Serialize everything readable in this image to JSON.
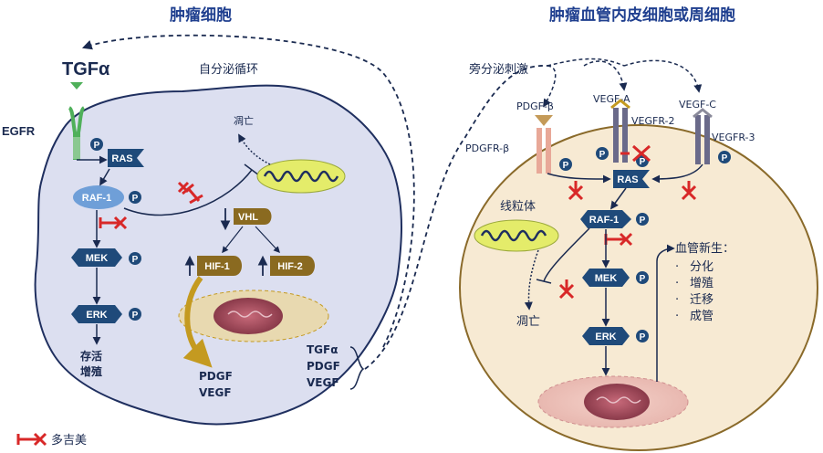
{
  "titles": {
    "tumor_cell": "肿瘤细胞",
    "endothelial": "肿瘤血管内皮细胞或周细胞"
  },
  "left": {
    "tgfa": "TGFα",
    "egfr": "EGFR",
    "autocrine": "自分泌循环",
    "apoptosis": "凋亡",
    "ras": "RAS",
    "raf1": "RAF-1",
    "mek": "MEK",
    "erk": "ERK",
    "survival": "存活",
    "proliferation": "增殖",
    "vhl": "VHL",
    "hif1": "HIF-1",
    "hif2": "HIF-2",
    "pdgf": "PDGF",
    "vegf": "VEGF",
    "secreted": [
      "TGFα",
      "PDGF",
      "VEGF"
    ]
  },
  "right": {
    "paracrine": "旁分泌刺激",
    "pdgfb": "PDGF-β",
    "pdgfrb": "PDGFR-β",
    "vegfa": "VEGF-A",
    "vegfr2": "VEGFR-2",
    "vegfc": "VEGF-C",
    "vegfr3": "VEGFR-3",
    "mito": "线粒体",
    "ras": "RAS",
    "raf1": "RAF-1",
    "mek": "MEK",
    "erk": "ERK",
    "apoptosis": "凋亡",
    "angio_title": "血管新生：",
    "angio_items": [
      "分化",
      "增殖",
      "迁移",
      "成管"
    ]
  },
  "p_label": "P",
  "legend": {
    "label": "多吉美"
  },
  "colors": {
    "tumor_fill": "#dcdff0",
    "tumor_border": "#1f2f5f",
    "endo_fill": "#f7ead3",
    "endo_border": "#8a6a2a",
    "node": "#1f4a7a",
    "raf": "#6f9fd8",
    "hif": "#8a6a20",
    "inhibitor": "#d82828",
    "mito": "#e4ec6a",
    "arrow": "#1a2a50",
    "gold": "#c49a20"
  }
}
